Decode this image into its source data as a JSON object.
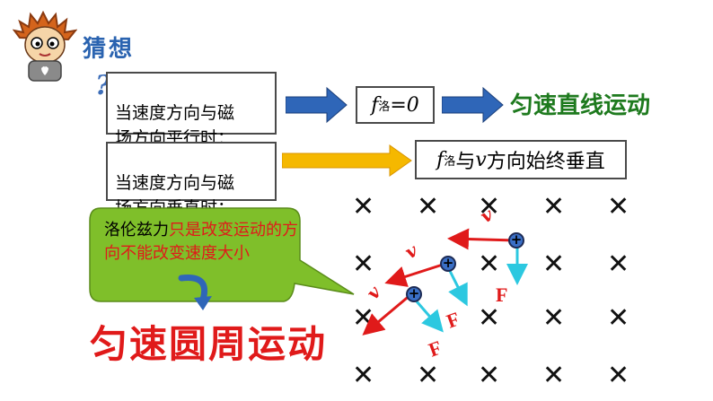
{
  "header": {
    "title": "猜想",
    "question_mark": "?"
  },
  "condition1": {
    "text": "当速度方向与磁\n场方向平行时："
  },
  "condition2": {
    "text": "当速度方向与磁\n场方向垂直时："
  },
  "result1": {
    "f_symbol": "f",
    "f_sub": "洛",
    "equation": "=0"
  },
  "result2": {
    "f_symbol": "f",
    "f_sub": "洛",
    "mid": "与",
    "v_symbol": "v",
    "tail": "方向始终垂直"
  },
  "outcome1": "匀速直线运动",
  "outcome2": "匀速圆周运动",
  "bubble": {
    "part1": "洛伦兹力",
    "part2": "只是改变运动的方向不能改变速度大小"
  },
  "field_symbol": "✕",
  "labels": {
    "force": "F",
    "velocity": "v",
    "charge": "+"
  },
  "colors": {
    "arrow_blue": "#2f66b8",
    "arrow_yellow": "#f5b800",
    "bubble_green": "#7fbf2a",
    "red": "#e01a1a",
    "green": "#1e7a1e",
    "cyan": "#2cc8e0"
  }
}
